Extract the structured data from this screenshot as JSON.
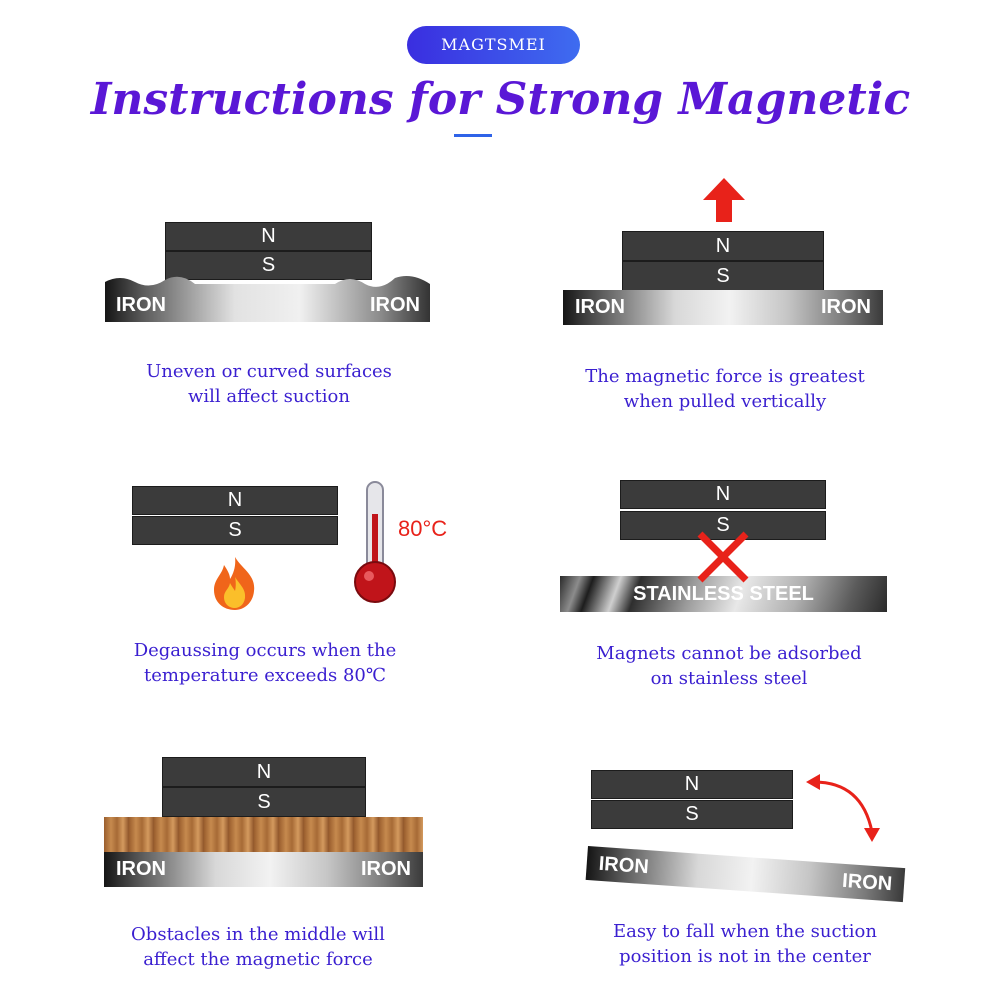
{
  "header": {
    "brand": "MAGTSMEI",
    "title": "Instructions for Strong Magnetic"
  },
  "magnet_labels": {
    "north": "N",
    "south": "S"
  },
  "panels": [
    {
      "caption_lines": [
        "Uneven or curved surfaces",
        "will affect suction"
      ],
      "plate_label_left": "IRON",
      "plate_label_right": "IRON"
    },
    {
      "caption_lines": [
        "The magnetic force is greatest",
        "when pulled vertically"
      ],
      "plate_label_left": "IRON",
      "plate_label_right": "IRON"
    },
    {
      "caption_lines": [
        "Degaussing occurs when the",
        "temperature exceeds 80℃"
      ],
      "thermometer_reading": "80°C"
    },
    {
      "caption_lines": [
        "Magnets cannot be adsorbed",
        "on stainless steel"
      ],
      "plate_label": "STAINLESS STEEL"
    },
    {
      "caption_lines": [
        "Obstacles in the middle will",
        "affect the magnetic force"
      ],
      "plate_label_left": "IRON",
      "plate_label_right": "IRON"
    },
    {
      "caption_lines": [
        "Easy to fall when the suction",
        "position is not in the center"
      ],
      "plate_label_left": "IRON",
      "plate_label_right": "IRON"
    }
  ],
  "colors": {
    "title": "#5a17d6",
    "caption": "#3a1fd0",
    "brand_bg": "#3a2ee0",
    "accent_red": "#e8221a",
    "magnet": "#3b3b3b"
  },
  "icons": [
    "arrow-up-icon",
    "flame-icon",
    "thermometer-icon",
    "cross-icon",
    "curved-double-arrow-icon"
  ]
}
